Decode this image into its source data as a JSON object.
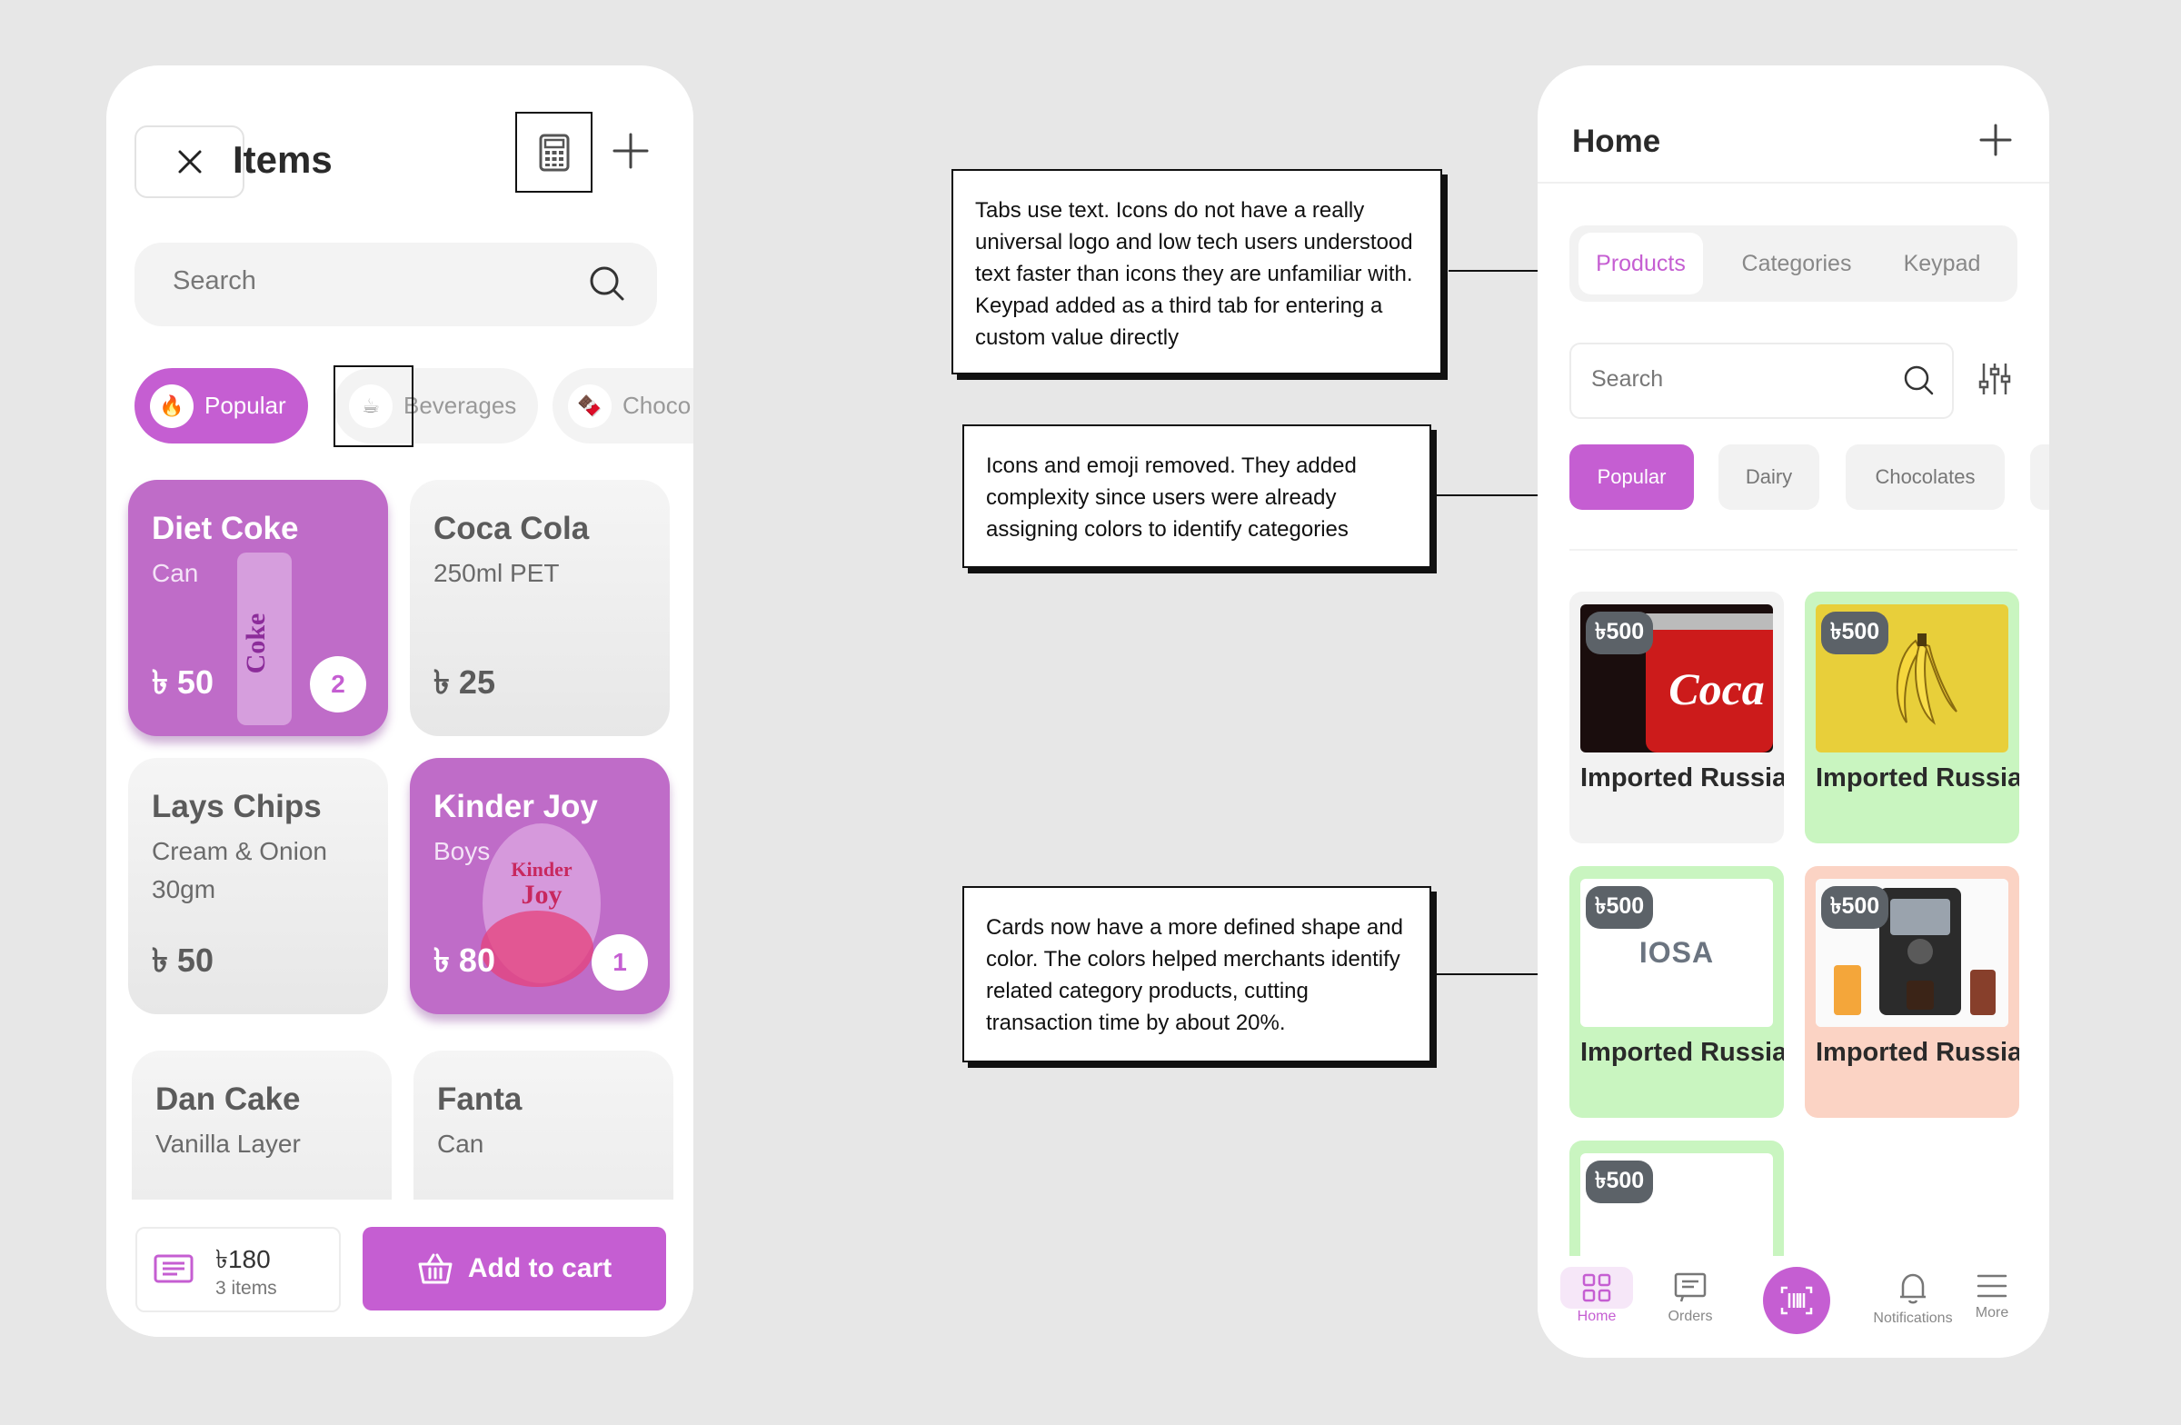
{
  "left_screen": {
    "title": "Items",
    "search_placeholder": "Search",
    "category_chips": [
      {
        "label": "Popular",
        "emoji": "🔥",
        "active": true
      },
      {
        "label": "Beverages",
        "emoji": "☕",
        "active": false
      },
      {
        "label": "Choco",
        "emoji": "🍫",
        "active": false
      }
    ],
    "items": [
      {
        "name": "Diet Coke",
        "sub": "Can",
        "price": "৳ 50",
        "qty": "2",
        "style": "purple"
      },
      {
        "name": "Coca Cola",
        "sub": "250ml PET",
        "price": "৳ 25",
        "qty": "",
        "style": "grey"
      },
      {
        "name": "Lays Chips",
        "sub": "Cream & Onion 30gm",
        "price": "৳ 50",
        "qty": "",
        "style": "grey"
      },
      {
        "name": "Kinder Joy",
        "sub": "Boys",
        "price": "৳ 80",
        "qty": "1",
        "style": "purple"
      },
      {
        "name": "Dan Cake",
        "sub": "Vanilla Layer",
        "price": "",
        "qty": "",
        "style": "grey"
      },
      {
        "name": "Fanta",
        "sub": "Can",
        "price": "",
        "qty": "",
        "style": "grey"
      }
    ],
    "cart": {
      "total": "৳180",
      "count": "3 items"
    },
    "add_to_cart_label": "Add to cart"
  },
  "annotations": [
    "Tabs use text. Icons do not have a really universal logo and low tech users understood text faster than icons they are unfamiliar with. Keypad added as a third tab for entering a custom value directly",
    "Icons and emoji removed. They added complexity since users were already assigning colors to identify categories",
    "Cards now have a more defined shape and color. The colors helped merchants identify related category products, cutting transaction time by about 20%."
  ],
  "right_screen": {
    "title": "Home",
    "tabs": [
      {
        "label": "Products",
        "active": true
      },
      {
        "label": "Categories",
        "active": false
      },
      {
        "label": "Keypad",
        "active": false
      }
    ],
    "search_placeholder": "Search",
    "category_pills": [
      {
        "label": "Popular",
        "active": true
      },
      {
        "label": "Dairy",
        "active": false
      },
      {
        "label": "Chocolates",
        "active": false
      }
    ],
    "products": [
      {
        "price": "৳500",
        "title": "Imported Russian Diet C...",
        "bg": "#f2f2f2",
        "image": "coca-cola-can"
      },
      {
        "price": "৳500",
        "title": "Imported Russian Diet C...",
        "bg": "#c9f5c0",
        "image": "bananas"
      },
      {
        "price": "৳500",
        "title": "Imported Russian Diet C...",
        "bg": "#c9f5c0",
        "image": "logo",
        "logo_text": "IOSA"
      },
      {
        "price": "৳500",
        "title": "Imported Russian Diet C...",
        "bg": "#fbd3c4",
        "image": "coffee-machine"
      },
      {
        "price": "৳500",
        "title": "",
        "bg": "#c9f5c0",
        "image": "none"
      }
    ],
    "nav": [
      {
        "label": "Home",
        "active": true
      },
      {
        "label": "Orders",
        "active": false
      },
      {
        "label": "",
        "active": false
      },
      {
        "label": "Notifications",
        "active": false
      },
      {
        "label": "More",
        "active": false
      }
    ],
    "accent_color": "#c55ed2"
  }
}
